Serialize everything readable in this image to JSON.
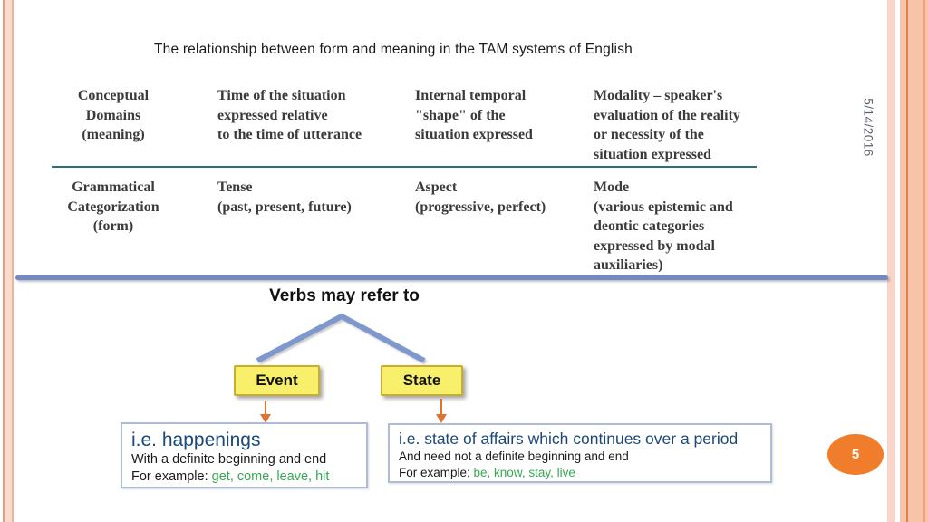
{
  "slide": {
    "title": "The relationship between form and meaning in the TAM systems of English",
    "date": "5/14/2016",
    "page_number": "5"
  },
  "table": {
    "rows": [
      {
        "cells": [
          "Conceptual\nDomains\n(meaning)",
          "Time of the situation\nexpressed relative\nto the time of utterance",
          "Internal temporal\n\"shape\" of the\nsituation expressed",
          "Modality – speaker's\nevaluation of the reality\nor necessity of the\nsituation expressed"
        ]
      },
      {
        "cells": [
          "Grammatical\nCategorization\n(form)",
          "Tense\n(past, present, future)",
          "Aspect\n(progressive, perfect)",
          "Mode\n(various epistemic and\ndeontic categories\nexpressed by modal\nauxiliaries)"
        ]
      }
    ]
  },
  "diagram": {
    "heading": "Verbs may refer to",
    "event_node": "Event",
    "state_node": "State",
    "event_details": {
      "line1": "i.e. happenings",
      "line2": "With a definite beginning and end",
      "line3_prefix": "For example: ",
      "line3_examples": "get, come, leave, hit"
    },
    "state_details": {
      "line1": "i.e. state of affairs which continues over a period",
      "line2": "And need not a definite beginning and end",
      "line3_prefix": "For example; ",
      "line3_examples": "be, know, stay, live"
    }
  },
  "colors": {
    "divider_blue": "#7289c4",
    "branch_blue": "#7e97cd",
    "node_yellow": "#f8f06a",
    "node_border": "#c9ae2d",
    "arrow_orange": "#e2732f",
    "badge_orange": "#ef7d2b",
    "table_rule_teal": "#2e6f74",
    "detail_border": "#aebcd8",
    "navy_text": "#1b4878",
    "example_green": "#36a852"
  }
}
